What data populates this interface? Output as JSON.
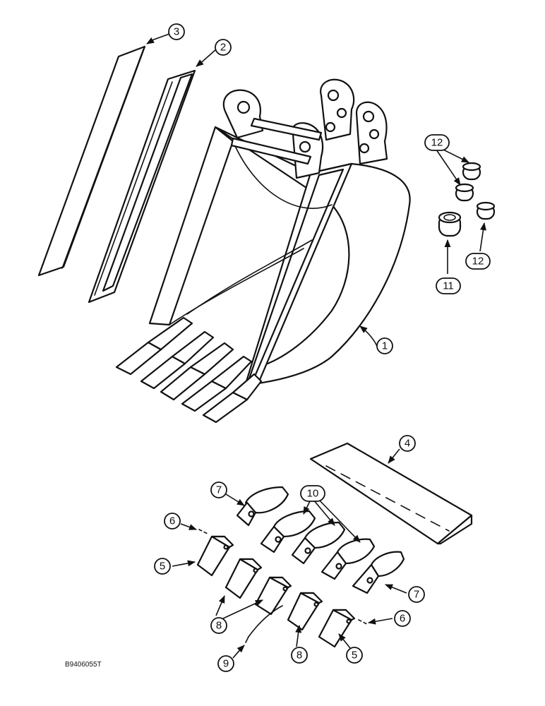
{
  "callouts": {
    "c1": "1",
    "c2": "2",
    "c3": "3",
    "c4": "4",
    "c5a": "5",
    "c5b": "5",
    "c6a": "6",
    "c6b": "6",
    "c7a": "7",
    "c7b": "7",
    "c8a": "8",
    "c8b": "8",
    "c9": "9",
    "c10": "10",
    "c11": "11",
    "c12a": "12",
    "c12b": "12"
  },
  "drawing_code": "B9406055T"
}
